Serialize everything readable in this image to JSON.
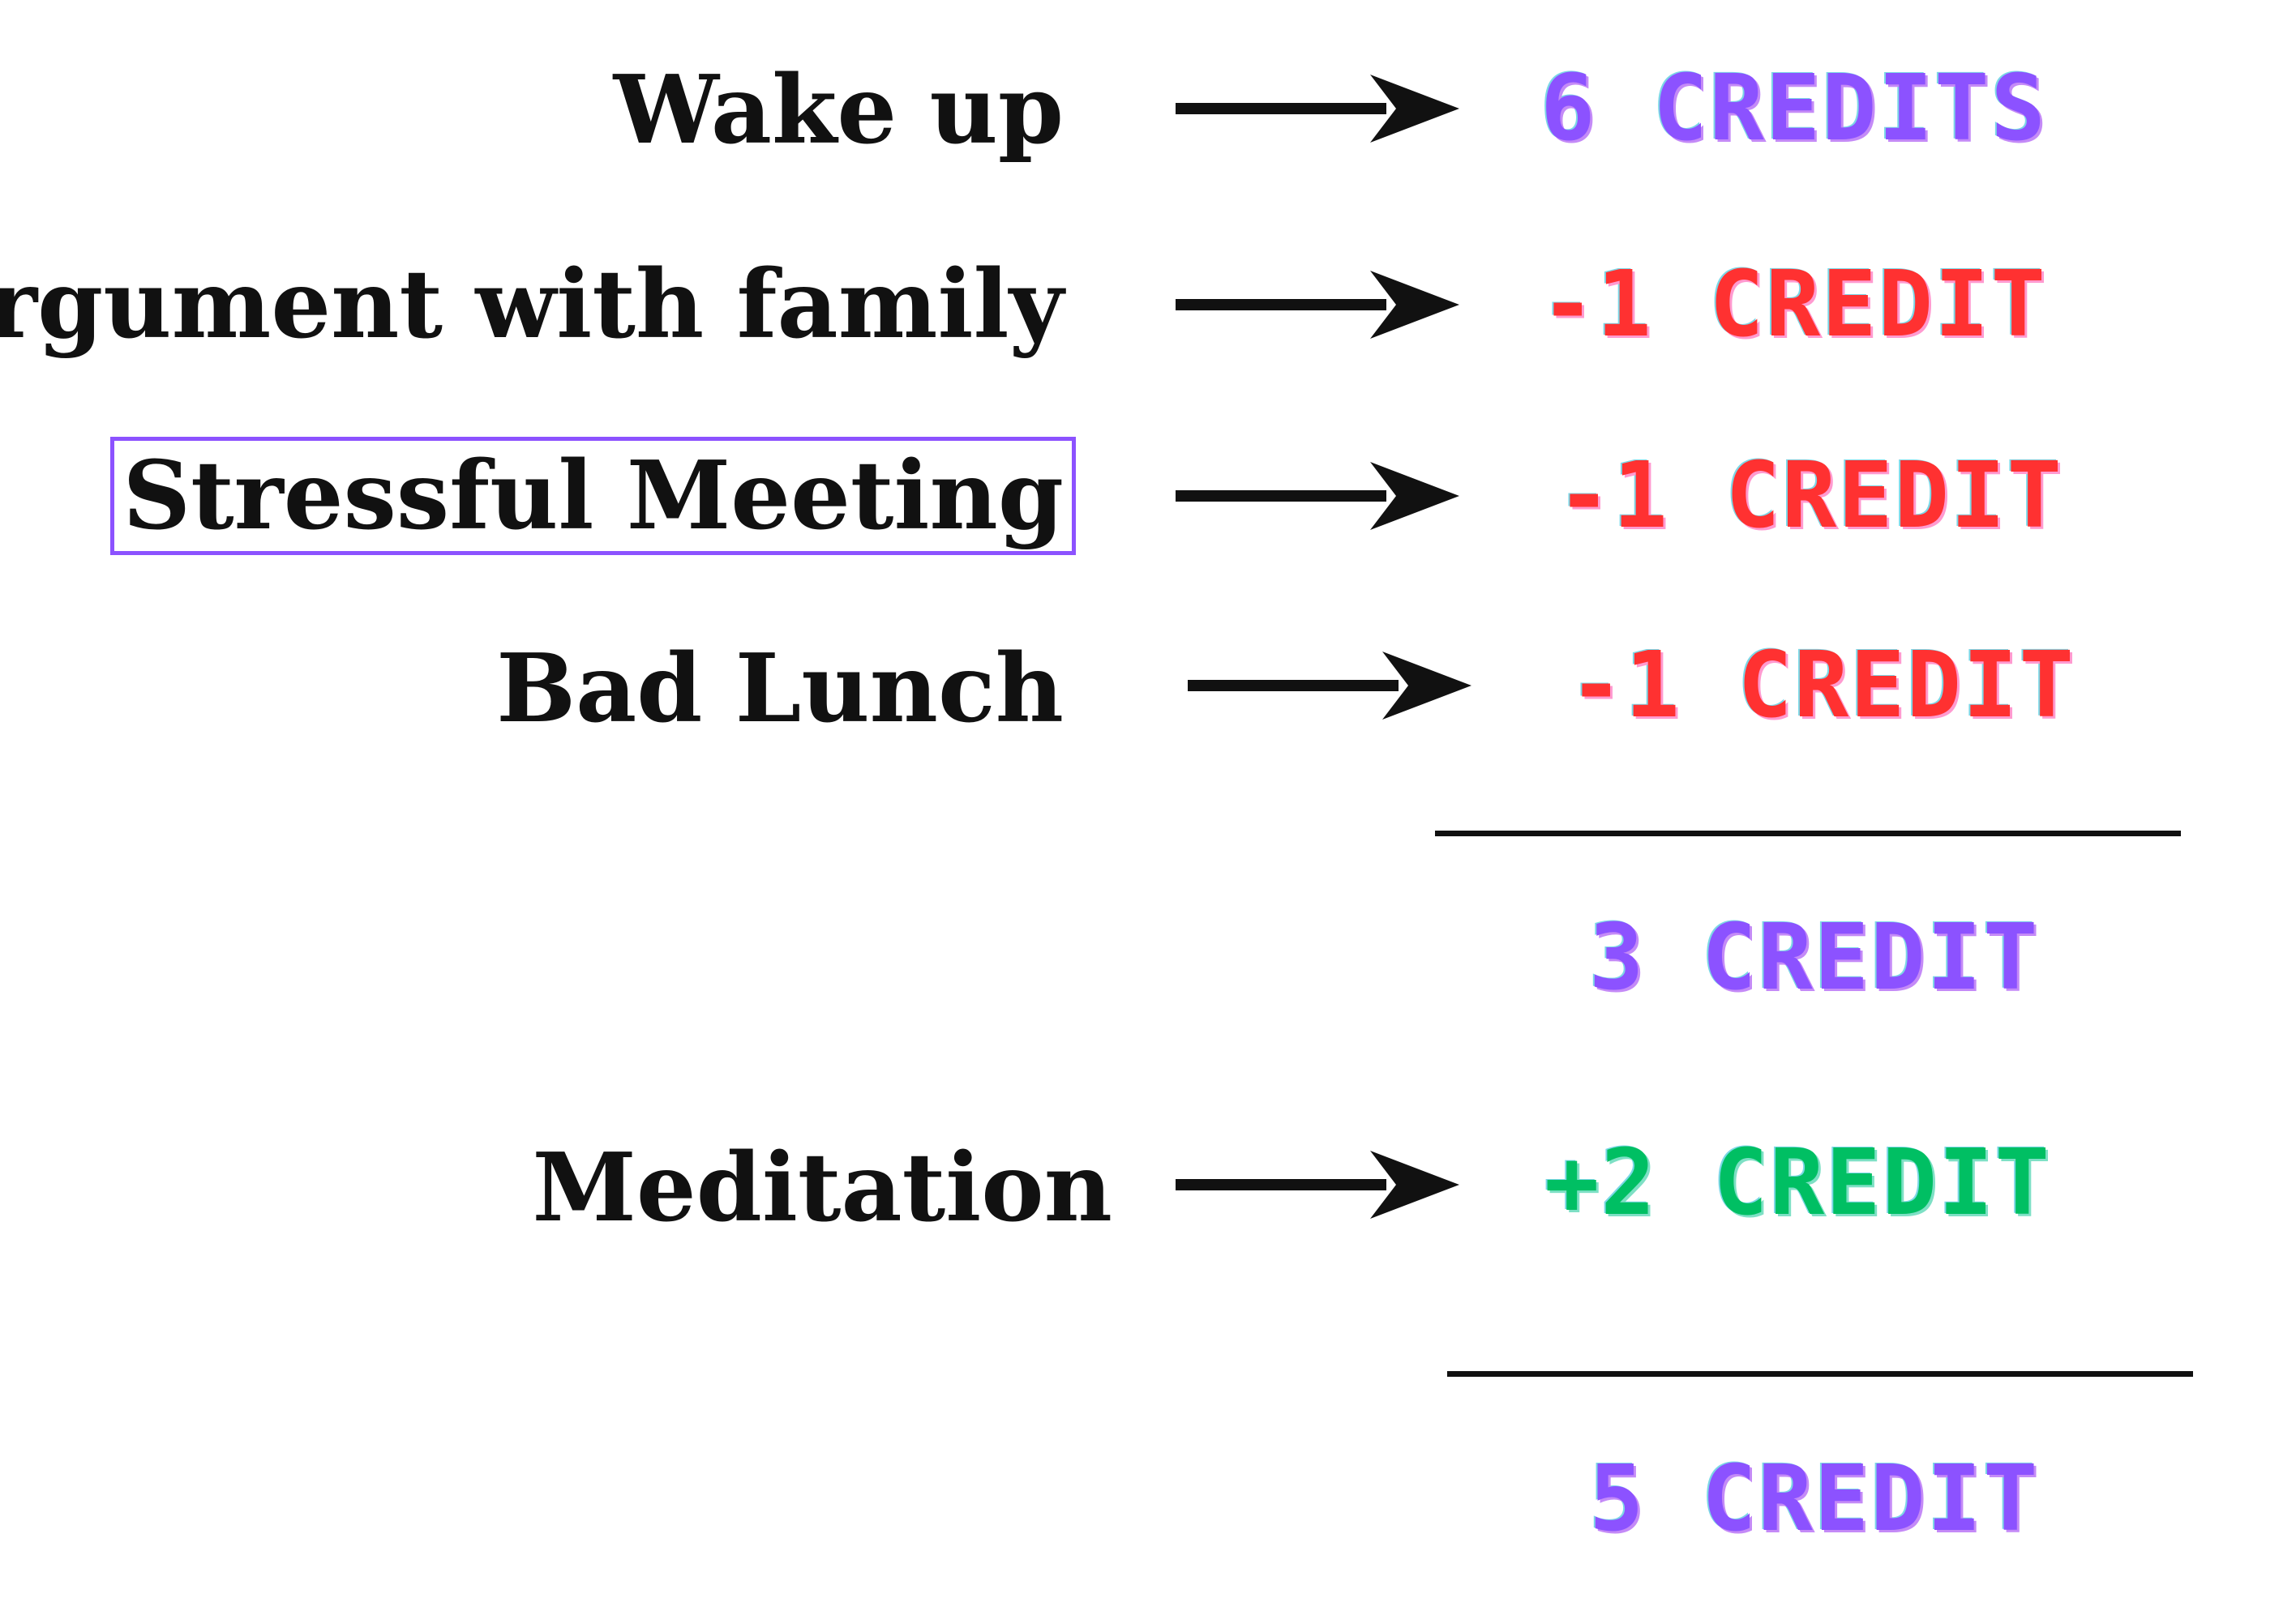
{
  "colors": {
    "text": "#111111",
    "credit_total": "#8c52ff",
    "credit_negative": "#ff3131",
    "credit_positive": "#00bf63",
    "highlight_box": "#8c52ff"
  },
  "rows": [
    {
      "label": "Wake up",
      "value": "6 CREDITS",
      "kind": "total",
      "arrow_icon": "arrow-right-icon"
    },
    {
      "label": "Argument with family",
      "value": "-1 CREDIT",
      "kind": "negative",
      "arrow_icon": "arrow-right-icon"
    },
    {
      "label": "Stressful Meeting",
      "value": "-1 CREDIT",
      "kind": "negative",
      "highlighted": true,
      "arrow_icon": "arrow-right-icon"
    },
    {
      "label": "Bad Lunch",
      "value": "-1 CREDIT",
      "kind": "negative",
      "arrow_icon": "arrow-right-icon"
    }
  ],
  "subtotal": {
    "value": "3 CREDIT"
  },
  "adjustment": {
    "label": "Meditation",
    "value": "+2 CREDIT",
    "kind": "positive",
    "arrow_icon": "arrow-right-icon"
  },
  "total": {
    "value": "5 CREDIT"
  }
}
